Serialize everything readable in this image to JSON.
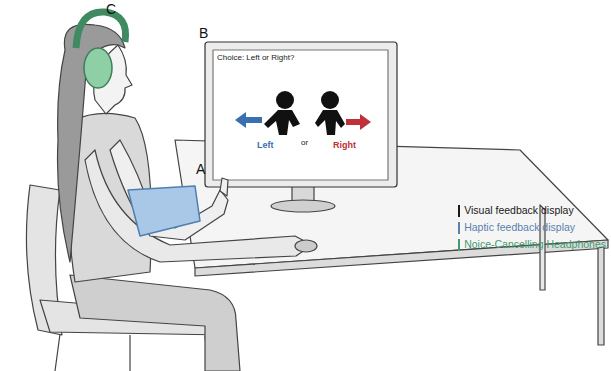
{
  "diagram": {
    "nodes": [
      {
        "text": [
          "Choice: Left or Right?",
          "Left",
          "or",
          "Right"
        ]
      }
    ],
    "labels": [
      "A",
      "B",
      "C"
    ],
    "legend": [
      {
        "text": "Visual feedback display",
        "color": "#1a1a1a"
      },
      {
        "text": "Haptic feedback display",
        "color": "#5b82ad"
      },
      {
        "text": "Noice-Cancelling Headphones",
        "color": "#3f9a6e"
      }
    ]
  }
}
